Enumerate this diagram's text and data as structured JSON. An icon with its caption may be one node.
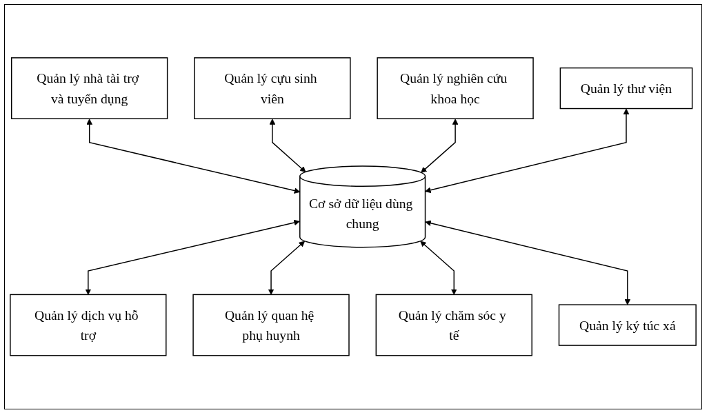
{
  "diagram": {
    "nodes": [
      {
        "text": [
          "Quản lý cựu sinh viên"
        ]
      },
      {
        "text": [
          "Quản lý nghiên cứu khoa học"
        ]
      },
      {
        "text": [
          "Quản lý thư viện"
        ]
      },
      {
        "text": [
          "Quản lý nhà tài trợ và tuyển dụng"
        ]
      },
      {
        "text": [
          "Cơ sở dữ liệu dùng chung"
        ]
      },
      {
        "text": [
          "Quản lý ký túc xá"
        ]
      },
      {
        "text": [
          "Quản lý dịch vụ hỗ trợ"
        ]
      },
      {
        "text": [
          "Quản lý chăm sóc y tế"
        ]
      },
      {
        "text": [
          "Quản lý quan hệ phụ huynh"
        ]
      }
    ],
    "edges": [
      {
        "from": 3,
        "to": 4,
        "arrow": "both"
      },
      {
        "from": 0,
        "to": 4,
        "arrow": "both"
      },
      {
        "from": 1,
        "to": 4,
        "arrow": "both"
      },
      {
        "from": 2,
        "to": 4,
        "arrow": "both"
      },
      {
        "from": 4,
        "to": 6,
        "arrow": "both"
      },
      {
        "from": 4,
        "to": 8,
        "arrow": "both"
      },
      {
        "from": 4,
        "to": 7,
        "arrow": "both"
      },
      {
        "from": 4,
        "to": 5,
        "arrow": "both"
      }
    ]
  }
}
